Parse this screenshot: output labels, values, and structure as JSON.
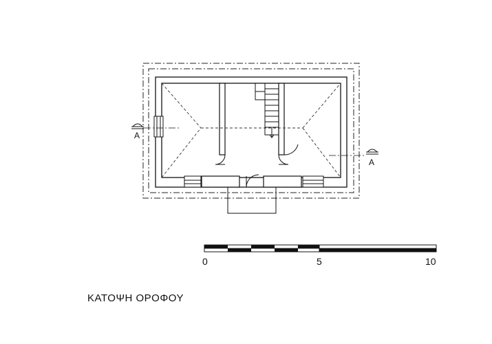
{
  "drawing": {
    "title": "ΚΑΤΟΨΗ ΟΡΟΦΟΥ",
    "section_marker_left": "A",
    "section_marker_right": "A"
  },
  "scale_bar": {
    "ticks": [
      "0",
      "5",
      "10"
    ]
  }
}
